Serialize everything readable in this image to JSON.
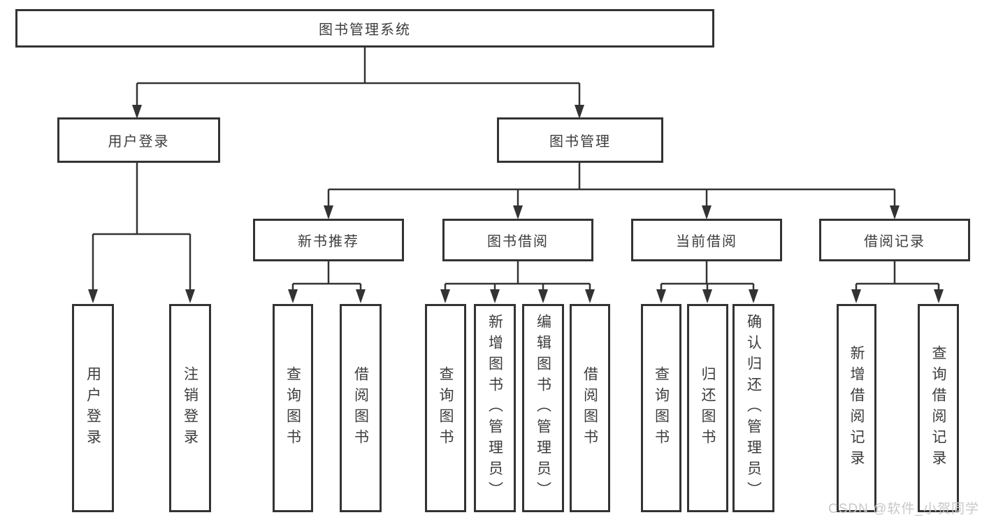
{
  "title": "图书管理系统",
  "tree": {
    "root": {
      "label": "图书管理系统"
    },
    "branches": [
      {
        "label": "用户登录",
        "children": [
          {
            "label": "用户登录"
          },
          {
            "label": "注销登录"
          }
        ]
      },
      {
        "label": "图书管理",
        "children": [
          {
            "label": "新书推荐",
            "children": [
              {
                "label": "查询图书"
              },
              {
                "label": "借阅图书"
              }
            ]
          },
          {
            "label": "图书借阅",
            "children": [
              {
                "label": "查询图书"
              },
              {
                "label": "新增图书（管理员）"
              },
              {
                "label": "编辑图书（管理员）"
              },
              {
                "label": "借阅图书"
              }
            ]
          },
          {
            "label": "当前借阅",
            "children": [
              {
                "label": "查询图书"
              },
              {
                "label": "归还图书"
              },
              {
                "label": "确认归还（管理员）"
              }
            ]
          },
          {
            "label": "借阅记录",
            "children": [
              {
                "label": "新增借阅记录"
              },
              {
                "label": "查询借阅记录"
              }
            ]
          }
        ]
      }
    ]
  },
  "watermark": {
    "text": "CSDN @软件_小贺同学"
  },
  "colors": {
    "line": "#333333",
    "box_border": "#333333",
    "text": "#3d3d3d",
    "background": "#ffffff",
    "watermark": "#c8c8c8"
  }
}
